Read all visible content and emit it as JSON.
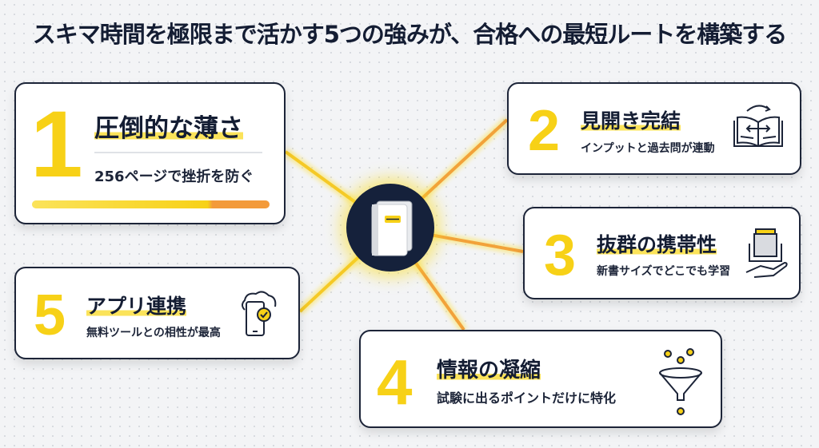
{
  "title": "スキマ時間を極限まで活かす5つの強みが、合格への最短ルートを構築する",
  "center": {
    "icon": "book-icon"
  },
  "cards": [
    {
      "number": "1",
      "title": "圧倒的な薄さ",
      "subtitle": "256ページで挫折を防ぐ",
      "progress": 1.0
    },
    {
      "number": "2",
      "title": "見開き完結",
      "subtitle": "インプットと過去問が連動",
      "icon": "open-book-icon"
    },
    {
      "number": "3",
      "title": "抜群の携帯性",
      "subtitle": "新書サイズでどこでも学習",
      "icon": "book-in-hand-icon"
    },
    {
      "number": "4",
      "title": "情報の凝縮",
      "subtitle": "試験に出るポイントだけに特化",
      "icon": "funnel-icon"
    },
    {
      "number": "5",
      "title": "アプリ連携",
      "subtitle": "無料ツールとの相性が最高",
      "icon": "cloud-phone-check-icon"
    }
  ],
  "colors": {
    "accent": "#f7d117",
    "dark": "#15213b",
    "orange": "#f39a3a"
  }
}
